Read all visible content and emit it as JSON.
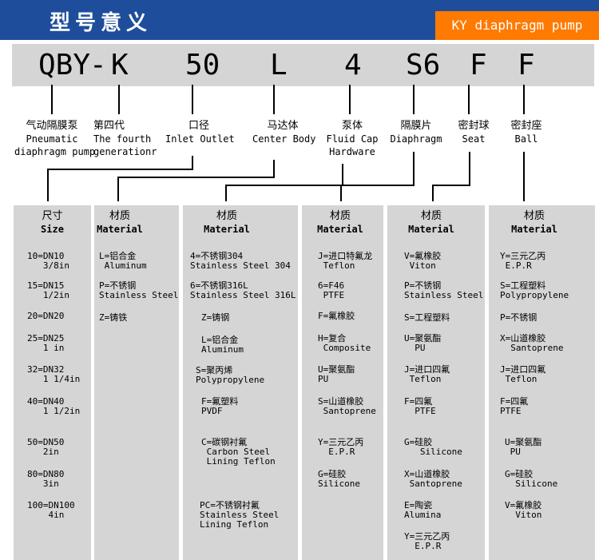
{
  "header": {
    "title_cn": "型号意义",
    "title_en": "KY diaphragm pump"
  },
  "code": [
    "QBY",
    "-",
    "K",
    "50",
    "L",
    "4",
    "S6",
    "F",
    "F"
  ],
  "labels": [
    {
      "cn": "气动隔膜泵",
      "en1": "Pneumatic",
      "en2": "diaphragm pump"
    },
    {
      "cn": "第四代",
      "en1": "The fourth",
      "en2": "generationr"
    },
    {
      "cn": "口径",
      "en1": "Inlet Outlet",
      "en2": ""
    },
    {
      "cn": "马达体",
      "en1": "Center Body",
      "en2": ""
    },
    {
      "cn": "泵体",
      "en1": "Fluid Cap",
      "en2": "Hardware"
    },
    {
      "cn": "隔膜片",
      "en1": "Diaphragm",
      "en2": ""
    },
    {
      "cn": "密封球",
      "en1": "Seat",
      "en2": ""
    },
    {
      "cn": "密封座",
      "en1": "Ball",
      "en2": ""
    }
  ],
  "columns": [
    {
      "head_cn": "尺寸",
      "head_en": "Size",
      "items": [
        "10=DN10\n   3/8in",
        "15=DN15\n   1/2in",
        "20=DN20",
        "25=DN25\n   1 in",
        "32=DN32\n   1 1/4in",
        "40=DN40\n   1 1/2in",
        "50=DN50\n   2in",
        "80=DN80\n   3in",
        "100=DN100\n    4in"
      ]
    },
    {
      "head_cn": "材质",
      "head_en": "Material",
      "items": [
        "L=铝合金\n Aluminum",
        "P=不锈钢\nStainless Steel",
        "Z=铸铁"
      ]
    },
    {
      "head_cn": "材质",
      "head_en": "Material",
      "items": [
        "4=不锈钢304\nStainless Steel 304",
        "6=不锈钢316L\nStainless Steel 316L",
        "Z=铸钢",
        "L=铝合金\nAluminum",
        "S=聚丙烯\nPolypropylene",
        "F=氟塑料\nPVDF",
        "C=碳钢衬氟\n Carbon Steel\n Lining Teflon",
        "PC=不锈钢衬氟\nStainless Steel\nLining Teflon"
      ]
    },
    {
      "head_cn": "材质",
      "head_en": "Material",
      "items": [
        "J=进口特氟龙\n Teflon",
        "6=F46\n PTFE",
        "F=氟橡胶",
        "H=复合\n Composite",
        "U=聚氨酯\nPU",
        "S=山道橡胶\n Santoprene",
        "Y=三元乙丙\n  E.P.R",
        "G=硅胶\nSilicone"
      ]
    },
    {
      "head_cn": "材质",
      "head_en": "Material",
      "items": [
        "V=氟橡胶\n Viton",
        "P=不锈钢\nStainless Steel",
        "S=工程塑料",
        "U=聚氨酯\n  PU",
        "J=进口四氟\n Teflon",
        "F=四氟\n  PTFE",
        "G=硅胶\n   Silicone",
        "X=山道橡胶\n Santoprene",
        "E=陶瓷\nAlumina",
        "Y=三元乙丙\n  E.P.R"
      ]
    },
    {
      "head_cn": "材质",
      "head_en": "Material",
      "items": [
        "Y=三元乙丙\n E.P.R",
        "S=工程塑料\nPolypropylene",
        "P=不锈钢",
        "X=山道橡胶\n  Santoprene",
        "J=进口四氟\n Teflon",
        "F=四氟\nPTFE",
        "U=聚氨酯\n PU",
        "G=硅胶\n  Silicone",
        "V=氟橡胶\n  Viton"
      ]
    }
  ]
}
